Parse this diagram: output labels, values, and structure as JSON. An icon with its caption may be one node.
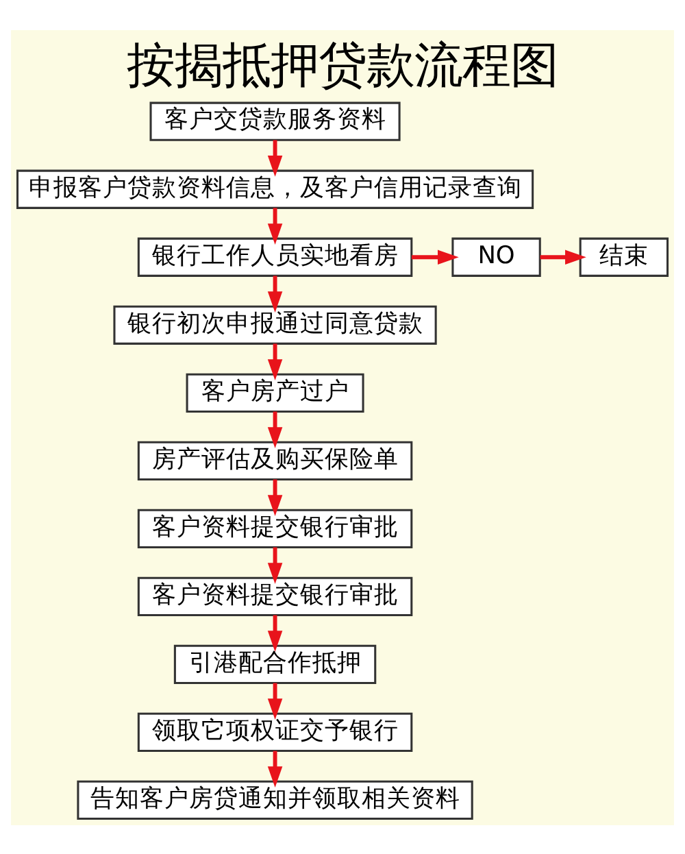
{
  "diagram": {
    "title": "按揭抵押贷款流程图",
    "nodes": [
      {
        "text": [
          "客户交贷款服务资料"
        ]
      },
      {
        "text": [
          "申报客户贷款资料信息，及客户信用记录查询"
        ]
      },
      {
        "text": [
          "银行工作人员实地看房"
        ]
      },
      {
        "text": [
          "NO"
        ]
      },
      {
        "text": [
          "结束"
        ]
      },
      {
        "text": [
          "银行初次申报通过同意贷款"
        ]
      },
      {
        "text": [
          "客户房产过户"
        ]
      },
      {
        "text": [
          "房产评估及购买保险单"
        ]
      },
      {
        "text": [
          "客户资料提交银行审批"
        ]
      },
      {
        "text": [
          "客户资料提交银行审批"
        ]
      },
      {
        "text": [
          "引港配合作抵押"
        ]
      },
      {
        "text": [
          "领取它项权证交予银行"
        ]
      },
      {
        "text": [
          "告知客户房贷通知并领取相关资料"
        ]
      }
    ],
    "edges": [
      {
        "from": 0,
        "to": 1,
        "arrow": "to"
      },
      {
        "from": 1,
        "to": 2,
        "arrow": "to"
      },
      {
        "from": 2,
        "to": 3,
        "arrow": "to"
      },
      {
        "from": 3,
        "to": 4,
        "arrow": "to"
      },
      {
        "from": 2,
        "to": 5,
        "arrow": "to"
      },
      {
        "from": 5,
        "to": 6,
        "arrow": "to"
      },
      {
        "from": 6,
        "to": 7,
        "arrow": "to"
      },
      {
        "from": 7,
        "to": 8,
        "arrow": "to"
      },
      {
        "from": 8,
        "to": 9,
        "arrow": "to"
      },
      {
        "from": 9,
        "to": 10,
        "arrow": "to"
      },
      {
        "from": 10,
        "to": 11,
        "arrow": "to"
      },
      {
        "from": 11,
        "to": 12,
        "arrow": "to"
      }
    ]
  }
}
